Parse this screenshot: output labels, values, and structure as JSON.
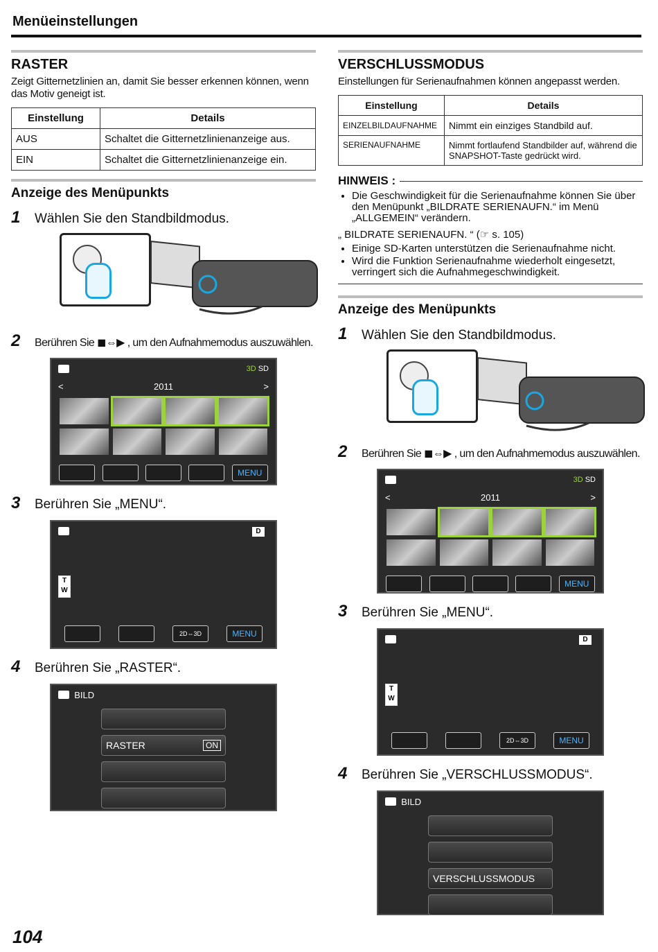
{
  "header": {
    "title": "Menüeinstellungen"
  },
  "raster": {
    "title": "RASTER",
    "desc": "Zeigt Gitternetzlinien an, damit Sie besser erkennen können, wenn das Motiv geneigt ist.",
    "table": {
      "headers": [
        "Einstellung",
        "Details"
      ],
      "rows": [
        [
          "AUS",
          "Schaltet die Gitternetzlinienanzeige aus."
        ],
        [
          "EIN",
          "Schaltet die Gitternetzlinienanzeige ein."
        ]
      ]
    },
    "sub_title": "Anzeige des Menüpunkts",
    "steps": [
      "Wählen Sie den Standbildmodus.",
      "Berühren Sie",
      "Berühren Sie „MENU“.",
      "Berühren Sie „RASTER“."
    ],
    "step2_suffix": ", um den Aufnahmemodus auszuwählen."
  },
  "verschluss": {
    "title": "VERSCHLUSSMODUS",
    "desc": "Einstellungen für Serienaufnahmen können angepasst werden.",
    "table": {
      "headers": [
        "Einstellung",
        "Details"
      ],
      "rows": [
        [
          "EINZELBILDAUFNAHME",
          "Nimmt ein einziges Standbild auf."
        ],
        [
          "SERIENAUFNAHME",
          "Nimmt fortlaufend Standbilder auf, während die SNAPSHOT-Taste gedrückt wird."
        ]
      ]
    },
    "hint_title": "HINWEIS :",
    "hints": [
      "Die Geschwindigkeit für die Serienaufnahme können Sie über den Menüpunkt „BILDRATE SERIENAUFN.“ im Menü „ALLGEMEIN“ verändern.",
      "„ BILDRATE SERIENAUFN. “ (☞ s. 105)",
      "Einige SD-Karten unterstützen die Serienaufnahme nicht.",
      "Wird die Funktion Serienaufnahme wiederholt eingesetzt, verringert sich die Aufnahmegeschwindigkeit."
    ],
    "sub_title": "Anzeige des Menüpunkts",
    "steps": [
      "Wählen Sie den Standbildmodus.",
      "Berühren Sie",
      "Berühren Sie „MENU“.",
      "Berühren Sie „VERSCHLUSSMODUS“."
    ],
    "step2_suffix": ", um den Aufnahmemodus auszuwählen."
  },
  "screen": {
    "year": "2011",
    "badge_3d": "3D",
    "badge_sd": "SD",
    "menu_label": "MENU",
    "bild_label": "BILD",
    "raster_item": "RASTER",
    "raster_value": "ON",
    "verschluss_item": "VERSCHLUSSMODUS",
    "d_badge": "D",
    "tw": "T W",
    "twod": "2D⇔3D"
  },
  "step_numbers": [
    "1",
    "2",
    "3",
    "4"
  ],
  "page_number": "104",
  "colors": {
    "accent_blue": "#1aa7e0",
    "selection_green": "#9cd33b",
    "menu_blue": "#4fb3ff"
  }
}
